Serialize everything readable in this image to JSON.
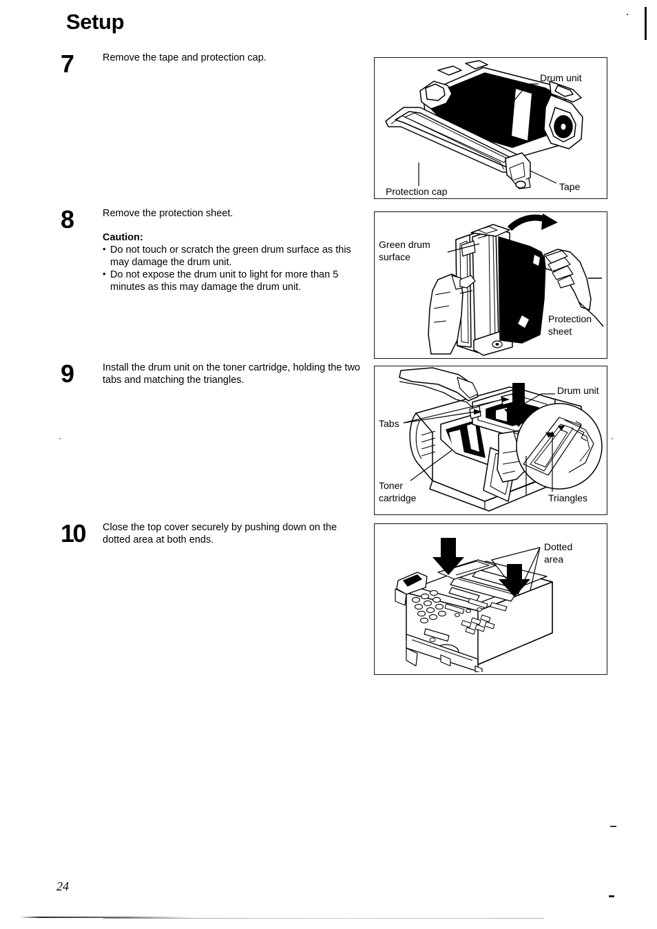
{
  "document": {
    "title": "Setup",
    "page_number": "24"
  },
  "steps": [
    {
      "number": "7",
      "text": "Remove the tape and protection cap."
    },
    {
      "number": "8",
      "text": "Remove the protection sheet.",
      "caution_heading": "Caution:",
      "caution_items": [
        "Do not touch or scratch the green drum surface as this may damage the drum unit.",
        "Do not expose the drum unit to light for more than 5 minutes as this may damage the drum unit."
      ]
    },
    {
      "number": "9",
      "text": "Install the drum unit on the toner cartridge, holding the two tabs and matching the triangles."
    },
    {
      "number": "10",
      "text": "Close the top cover securely by pushing down on the dotted area at both ends."
    }
  ],
  "figures": [
    {
      "id": "figure-drum-unit-tape",
      "labels": {
        "drum_unit": "Drum unit",
        "protection_cap": "Protection cap",
        "tape": "Tape"
      }
    },
    {
      "id": "figure-protection-sheet",
      "labels": {
        "green_drum_surface_line1": "Green drum",
        "green_drum_surface_line2": "surface",
        "protection_sheet_line1": "Protection",
        "protection_sheet_line2": "sheet"
      }
    },
    {
      "id": "figure-install-drum-unit",
      "labels": {
        "drum_unit": "Drum unit",
        "tabs": "Tabs",
        "toner_cartridge_line1": "Toner",
        "toner_cartridge_line2": "cartridge",
        "triangles": "Triangles"
      }
    },
    {
      "id": "figure-close-top-cover",
      "labels": {
        "dotted_area_line1": "Dotted",
        "dotted_area_line2": "area"
      }
    }
  ],
  "colors": {
    "ink": "#000000",
    "paper": "#ffffff"
  }
}
